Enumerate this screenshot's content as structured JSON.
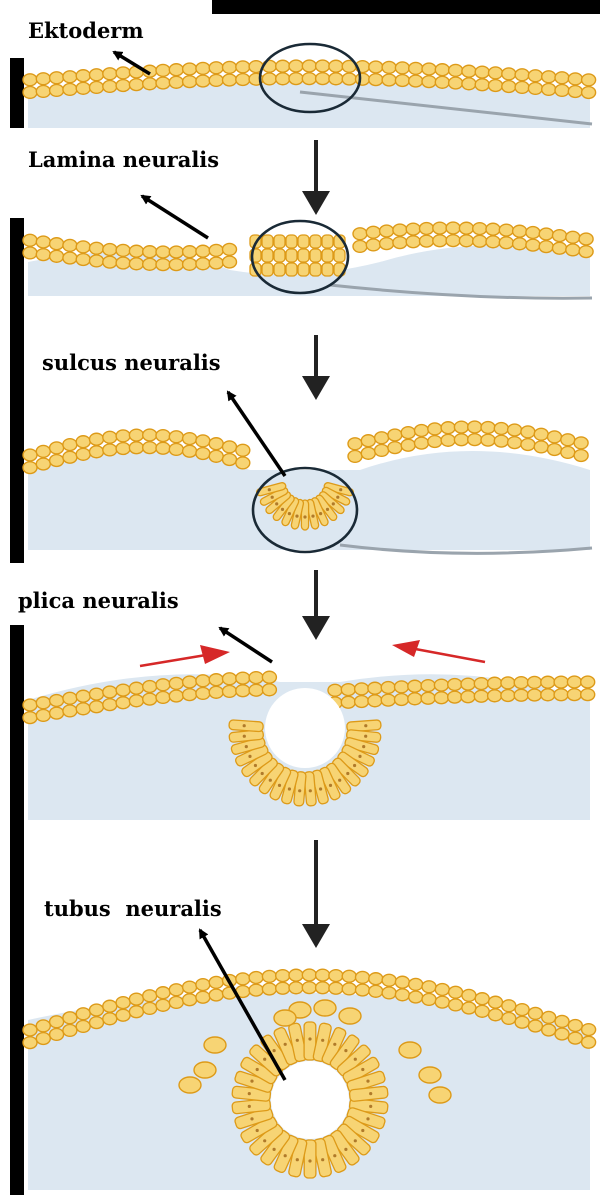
{
  "labels": {
    "stage1": "Ektoderm",
    "stage2": "Lamina neuralis",
    "stage3": "sulcus neuralis",
    "stage4": "plica neuralis",
    "stage5": "tubus  neuralis"
  },
  "colors": {
    "cell_fill": "#f7d474",
    "cell_stroke": "#dd9a18",
    "mesenchyme": "#dce7f1",
    "nucleus": "#b07a2a",
    "pointer_arrow": "#000000",
    "step_arrow": "#222222",
    "fold_arrow": "#d62828",
    "bar": "#000000"
  },
  "icons": {
    "step": "down-arrow-icon",
    "highlight": "highlight-circle-icon",
    "fold": "red-fold-arrow-icon"
  }
}
